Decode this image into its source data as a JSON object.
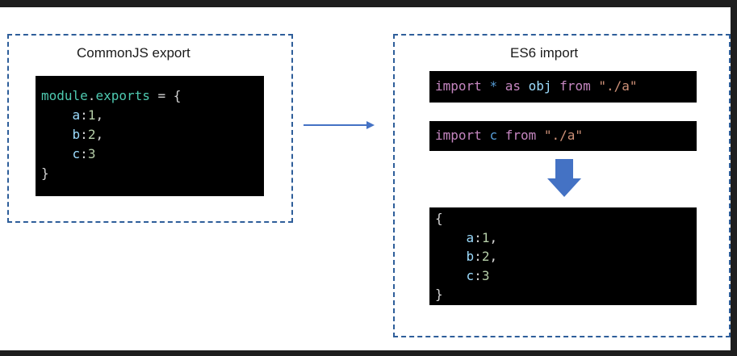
{
  "left_panel": {
    "title": "CommonJS export",
    "code": {
      "object": "module",
      "dot": ".",
      "property": "exports",
      "assign": " = {",
      "entries": [
        {
          "key": "a",
          "sep": ":",
          "value": "1",
          "trail": ","
        },
        {
          "key": "b",
          "sep": ":",
          "value": "2",
          "trail": ","
        },
        {
          "key": "c",
          "sep": ":",
          "value": "3",
          "trail": ""
        }
      ],
      "close": "}"
    }
  },
  "right_panel": {
    "title": "ES6 import",
    "import_namespace": {
      "keyword": "import",
      "star": "*",
      "as": "as",
      "name": "obj",
      "from": "from",
      "source": "\"./a\""
    },
    "import_default": {
      "keyword": "import",
      "name": "c",
      "from": "from",
      "source": "\"./a\""
    },
    "result": {
      "open": "{",
      "entries": [
        {
          "key": "a",
          "sep": ":",
          "value": "1",
          "trail": ","
        },
        {
          "key": "b",
          "sep": ":",
          "value": "2",
          "trail": ","
        },
        {
          "key": "c",
          "sep": ":",
          "value": "3",
          "trail": ""
        }
      ],
      "close": "}"
    }
  },
  "colors": {
    "border": "#2e5e9a",
    "arrow": "#4472c4",
    "code_background": "#000000",
    "keyword": "#c586c0",
    "identifier": "#4ec9b0",
    "property": "#9cdcfe",
    "number": "#b5cea8",
    "string": "#ce9178"
  }
}
